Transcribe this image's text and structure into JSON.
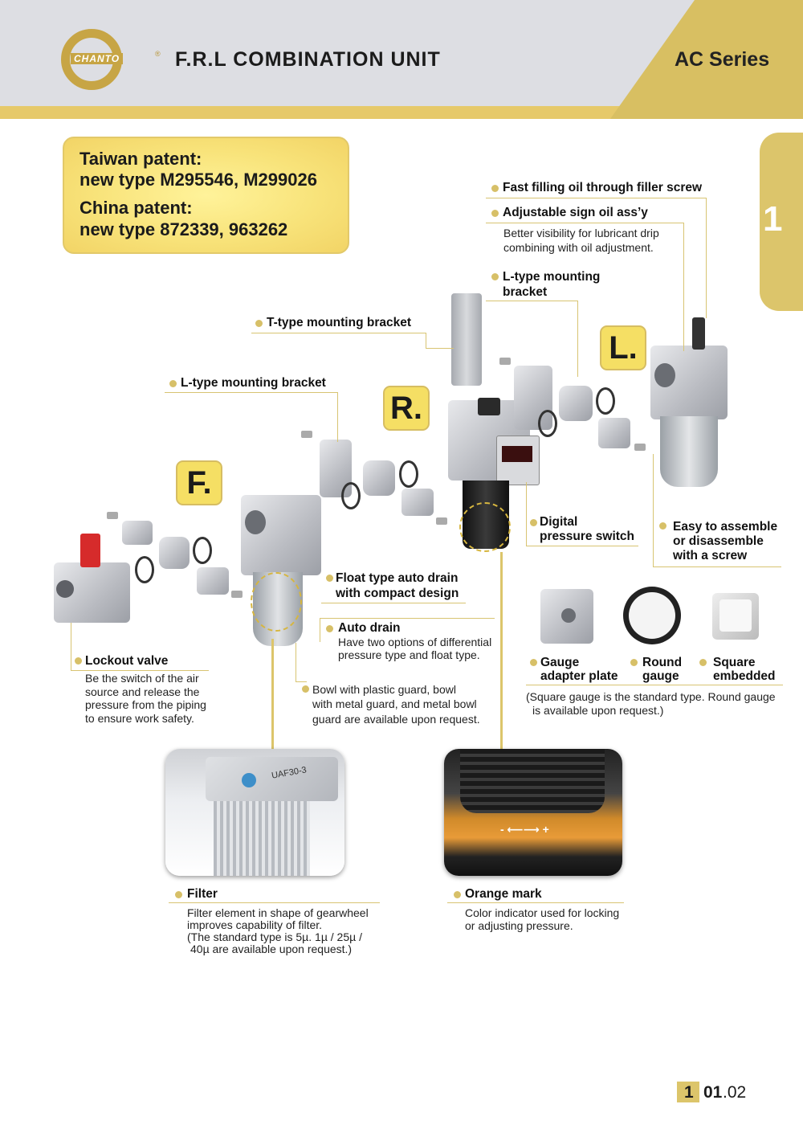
{
  "header": {
    "logo_text": "CHANTO",
    "logo_reg": "®",
    "title": "F.R.L COMBINATION UNIT",
    "series": "AC Series"
  },
  "side_tab": {
    "number": "1"
  },
  "patent": {
    "line1": "Taiwan patent:",
    "line2": "new type M295546, M299026",
    "line3": "China patent:",
    "line4": "new type 872339, 963262"
  },
  "badges": {
    "f": "F.",
    "r": "R.",
    "l": "L."
  },
  "labels": {
    "fast_filling": "Fast filling oil through filler screw",
    "adjustable_sign": "Adjustable sign oil ass’y",
    "adjustable_desc1": "Better visibility for lubricant drip",
    "adjustable_desc2": "combining with oil adjustment.",
    "l_bracket_top_1": "L-type mounting",
    "l_bracket_top_2": "bracket",
    "t_bracket": "T-type mounting bracket",
    "l_bracket_left": "L-type mounting bracket",
    "digital_1": "Digital",
    "digital_2": "pressure switch",
    "easy_1": "Easy to assemble",
    "easy_2": "or disassemble",
    "easy_3": "with a screw",
    "float_1": "Float type auto drain",
    "float_2": "with compact design",
    "auto_drain": "Auto drain",
    "auto_desc1": "Have two options of differential",
    "auto_desc2": "pressure type and float type.",
    "lockout": "Lockout valve",
    "lockout_desc1": "Be the switch of the air",
    "lockout_desc2": "source and release the",
    "lockout_desc3": "pressure from the piping",
    "lockout_desc4": "to ensure work safety.",
    "bowl_1": "Bowl with plastic guard, bowl",
    "bowl_2": "with metal guard, and metal bowl",
    "bowl_3": "guard are available upon request.",
    "gauge_plate_1": "Gauge",
    "gauge_plate_2": "adapter plate",
    "round_1": "Round",
    "round_2": "gauge",
    "square_1": "Square",
    "square_2": "embedded",
    "gauge_note_1": "(Square gauge is the standard type.  Round gauge",
    "gauge_note_2": "is available upon request.)",
    "filter": "Filter",
    "filter_desc1": "Filter element in shape of gearwheel",
    "filter_desc2": "improves capability of filter.",
    "filter_desc3": "(The standard type is 5µ.  1µ / 25µ /",
    "filter_desc4": "40µ are available upon request.)",
    "orange": "Orange mark",
    "orange_desc1": "Color indicator used for locking",
    "orange_desc2": "or adjusting pressure."
  },
  "filter_photo_label": "UAF30-3",
  "footer": {
    "chapter": "1",
    "page": "01",
    "page_sub": ".02"
  },
  "colors": {
    "gold": "#dcc56b",
    "badge": "#f5df64",
    "header_gray": "#dddee3"
  }
}
